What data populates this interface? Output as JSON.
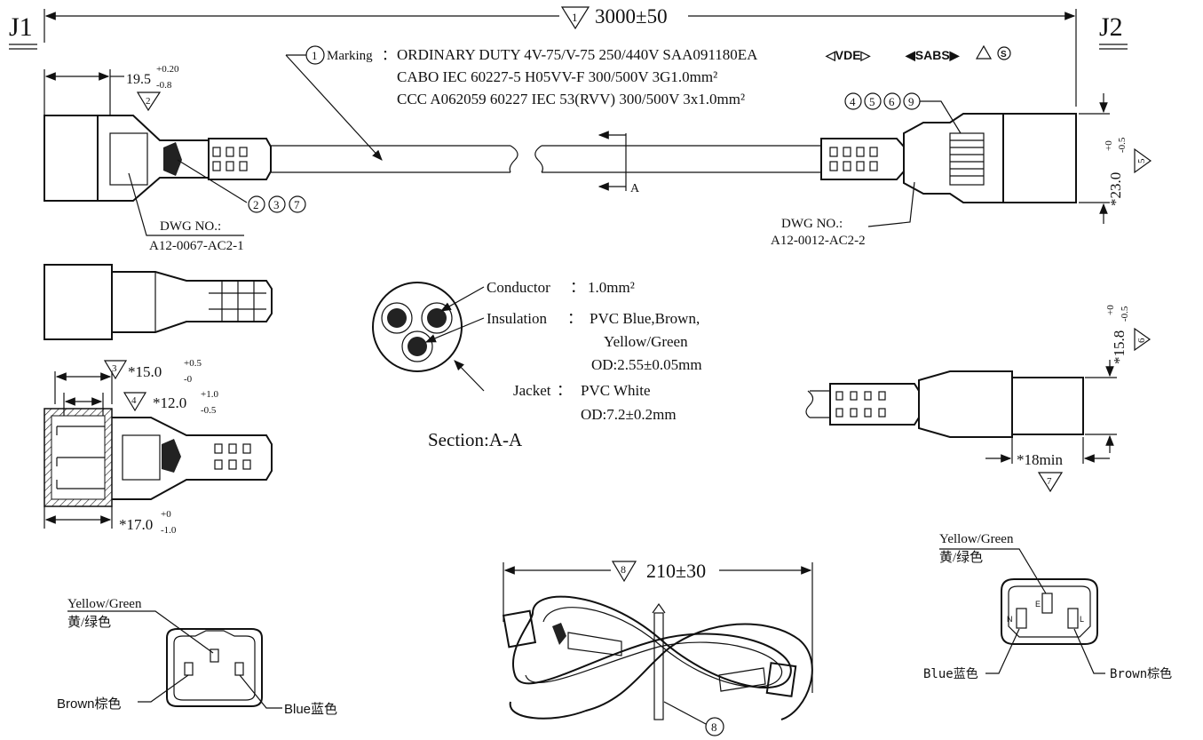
{
  "drawing": {
    "j1": "J1",
    "j2": "J2",
    "length_sym": "1",
    "length": "3000±50",
    "marking_num": "1",
    "marking_label": "Marking",
    "marking_sep": "：",
    "marking_line1": "ORDINARY DUTY 4V-75/V-75 250/440V  SAA091180EA",
    "mark_vde": "◁VDE▷",
    "mark_sabs": "◀SABS▶",
    "marking_line2": "CABO  IEC 60227-5  H05VV-F 300/500V 3G1.0mm²",
    "marking_line3": "CCC  A062059  60227  IEC 53(RVV) 300/500V 3x1.0mm²",
    "dim_195": "19.5",
    "dim_195_tol_up": "+0.20",
    "dim_195_tol_dn": "-0.8",
    "sym_2": "2",
    "callout_237": [
      "2",
      "3",
      "7"
    ],
    "callout_4569": [
      "4",
      "5",
      "6",
      "9"
    ],
    "dwg_no_label": "DWG NO.:",
    "dwg_no_j1": "A12-0067-AC2-1",
    "dwg_no_j2": "A12-0012-AC2-2",
    "section_marker": "A",
    "dim_23": "*23.0",
    "dim_23_tol_up": "+0",
    "dim_23_tol_dn": "-0.5",
    "sym_5": "5",
    "dim_15": "*15.0",
    "dim_15_tol_up": "+0.5",
    "dim_15_tol_dn": "-0",
    "sym_3": "3",
    "dim_12": "*12.0",
    "dim_12_tol_up": "+1.0",
    "dim_12_tol_dn": "-0.5",
    "sym_4": "4",
    "dim_17": "*17.0",
    "dim_17_tol_up": "+0",
    "dim_17_tol_dn": "-1.0",
    "dim_158": "*15.8",
    "dim_158_tol_up": "+0",
    "dim_158_tol_dn": "-0.5",
    "sym_6": "6",
    "dim_18": "*18min",
    "sym_7": "7",
    "conductor_label": "Conductor",
    "conductor_val": "1.0mm²",
    "insulation_label": "Insulation",
    "insulation_val1": "PVC  Blue,Brown,",
    "insulation_val2": "Yellow/Green",
    "insulation_val3": "OD:2.55±0.05mm",
    "jacket_label": "Jacket",
    "jacket_val1": "PVC White",
    "jacket_val2": "OD:7.2±0.2mm",
    "section_title": "Section:A-A",
    "coil_sym": "8",
    "coil_len": "210±30",
    "coil_callout": "8",
    "yg_en": "Yellow/Green",
    "yg_cn": "黄/绿色",
    "brown_left": "Brown棕色",
    "blue_left": "Blue蓝色",
    "pin_e": "E",
    "pin_n": "N",
    "pin_l": "L",
    "blue_right": "Blue蓝色",
    "brown_right": "Brown棕色",
    "colon": "：",
    "colors": {
      "ink": "#111111"
    }
  }
}
